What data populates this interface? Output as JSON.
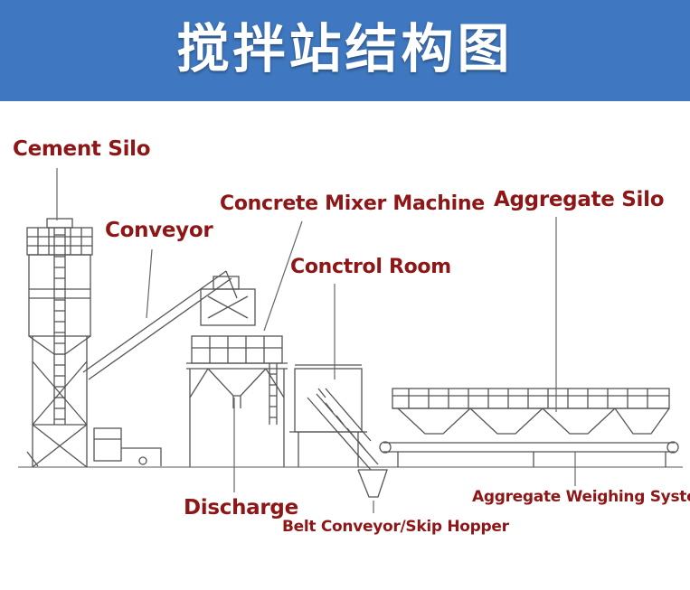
{
  "header": {
    "title": "搅拌站结构图",
    "background_color": "#3f78c0",
    "title_color": "#ffffff"
  },
  "label_color": "#8e1616",
  "labels": {
    "cement_silo": "Cement Silo",
    "conveyor": "Conveyor",
    "concrete_mixer": "Concrete Mixer Machine",
    "control_room": "Conctrol Room",
    "aggregate_silo": "Aggregate Silo",
    "discharge": "Discharge",
    "belt_conveyor": "Belt Conveyor/Skip Hopper",
    "aggregate_weighing": "Aggregate Weighing System"
  }
}
